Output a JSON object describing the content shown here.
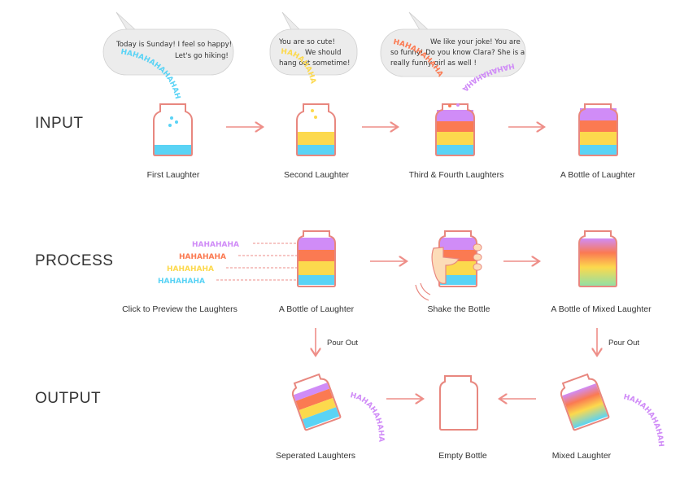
{
  "sections": {
    "input": "INPUT",
    "process": "PROCESS",
    "output": "OUTPUT"
  },
  "captions": {
    "first": "First Laughter",
    "second": "Second Laughter",
    "third_fourth": "Third & Fourth Laughters",
    "bottle": "A Bottle of Laughter",
    "preview": "Click to Preview the Laughters",
    "bottle2": "A Bottle of Laughter",
    "shake": "Shake the Bottle",
    "mixed_bottle": "A Bottle of Mixed Laughter",
    "separated": "Seperated Laughters",
    "empty": "Empty Bottle",
    "mixed": "Mixed Laughter"
  },
  "pour_out": {
    "left": "Pour Out",
    "right": "Pour Out"
  },
  "bubbles": {
    "b1": {
      "line1": "Today is Sunday! I feel so happy!",
      "line2": "Let's go hiking!"
    },
    "b2": {
      "line1": "You are so cute!",
      "line2": "We should",
      "line3": "hang out sometime!"
    },
    "b3": {
      "line1": "We like your joke!  You are",
      "line2": "so funny! Do you know Clara? She is a",
      "line3": "really funny girl as well !"
    }
  },
  "laughs": {
    "blue": "HAHAHAHA",
    "yellow": "HAHA",
    "orange": "HAHAHA",
    "purple": "HAHAHAHAHA",
    "preview": [
      "HAHAHAHA",
      "HAHAHAHA",
      "HAHAHAHA",
      "HAHAHAHA"
    ],
    "pour_separated": "HAHAHAHAHAHA",
    "pour_mixed": "HAHAHAHAHAHA",
    "rising1": "HAHAHAHAHAHAHA",
    "rising2": "HAHAHAHA",
    "rising3a": "HAHAHAHAHA",
    "rising3b": "HAHAHAHAHA"
  },
  "colors": {
    "bottle": "#e8877f",
    "blue": "#5ad3f5",
    "yellow": "#fcd94d",
    "orange": "#fb7a52",
    "purple": "#d08cf7",
    "arrow": "#ee8e88",
    "bubble": "#ececec"
  }
}
